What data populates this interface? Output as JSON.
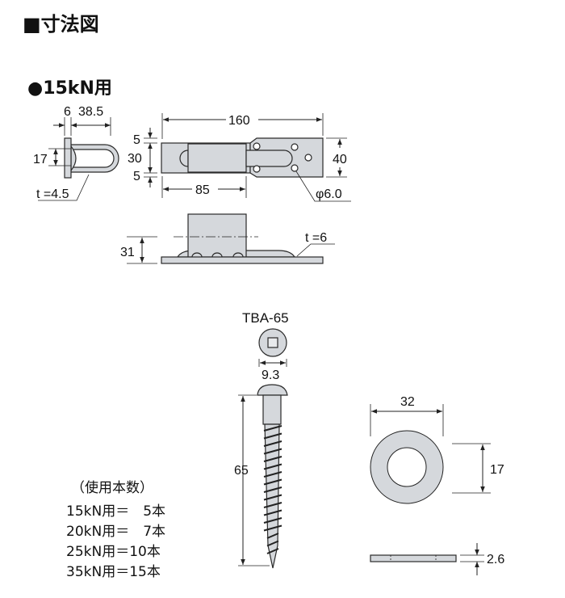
{
  "title": "■寸法図",
  "subtitle": "●15kN用",
  "dimensions": {
    "side_thickness": "6",
    "side_length": "38.5",
    "side_height": "17",
    "rod_thickness": "t =4.5",
    "total_length": "160",
    "edge_top": "5",
    "inner_width": "30",
    "edge_bottom": "5",
    "plate_width": "40",
    "bracket_length": "85",
    "hole_diameter": "φ6.0",
    "height": "31",
    "plate_thickness": "t =6"
  },
  "screw": {
    "name": "TBA-65",
    "head_diameter": "9.3",
    "length": "65"
  },
  "washer": {
    "outer": "32",
    "inner": "17",
    "thickness": "2.6"
  },
  "usage": {
    "heading": "（使用本数）",
    "rows": [
      "15kN用＝　5本",
      "20kN用＝　7本",
      "25kN用＝10本",
      "35kN用＝15本"
    ]
  }
}
